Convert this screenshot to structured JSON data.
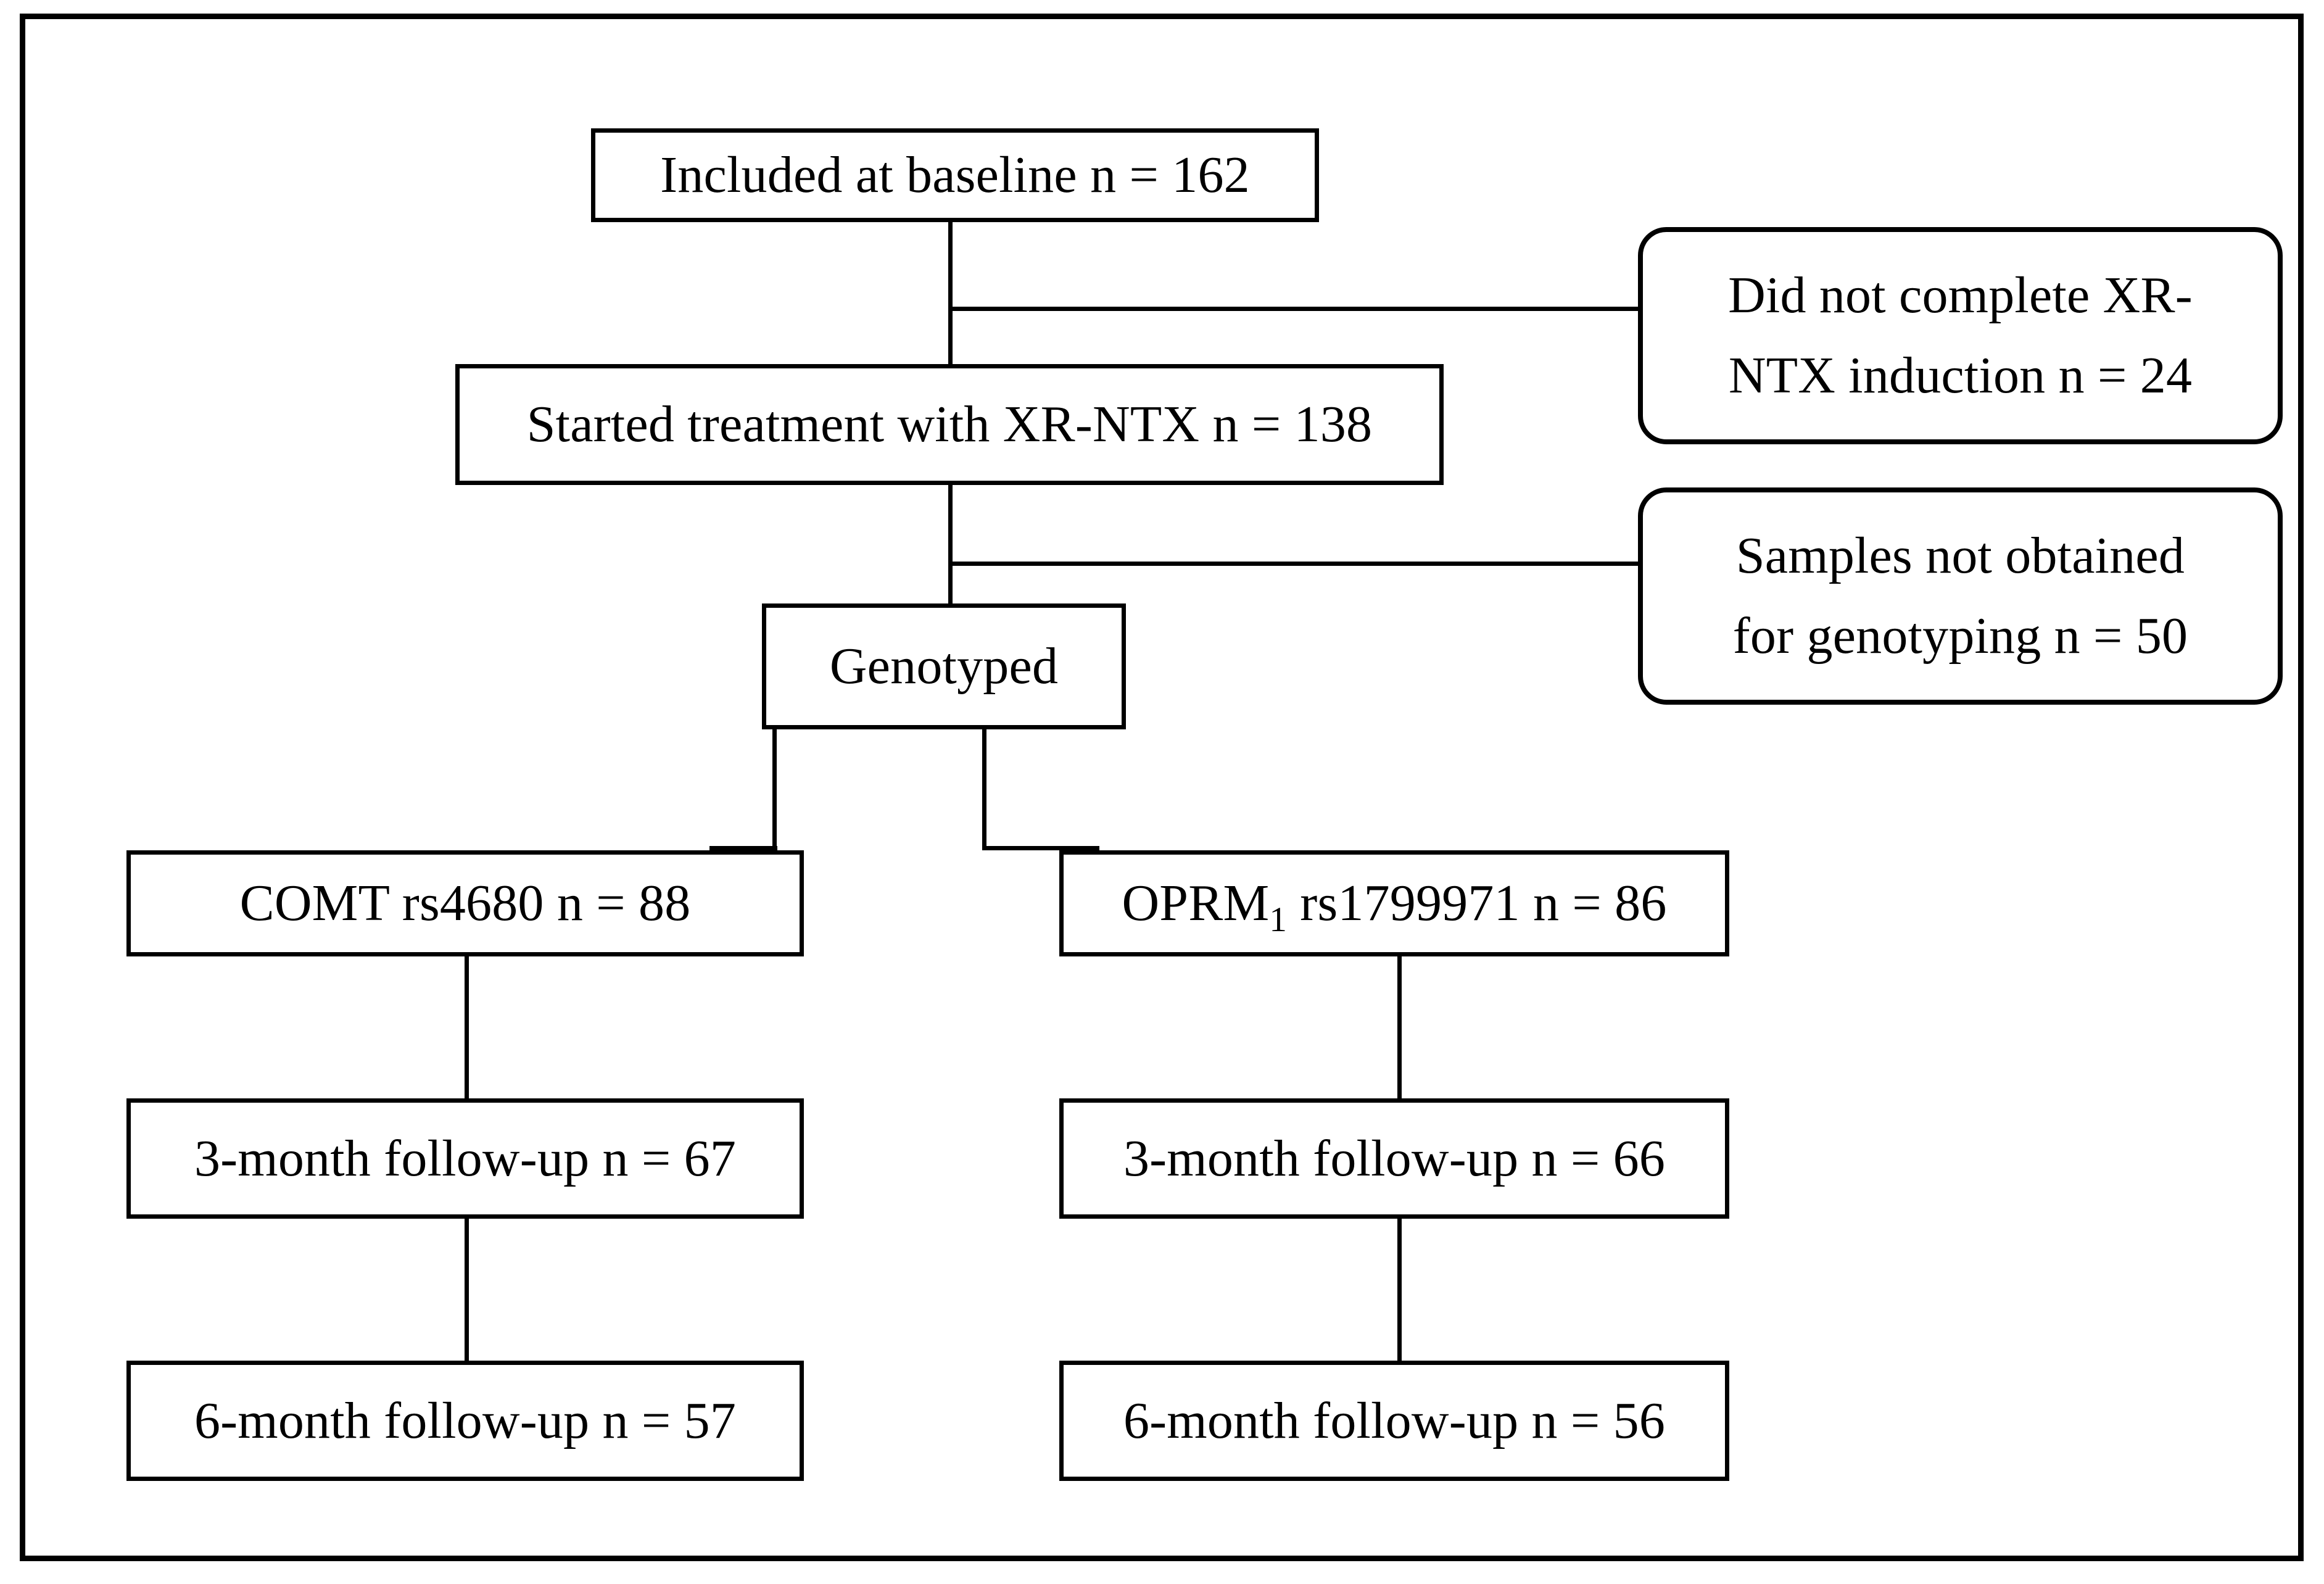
{
  "diagram": {
    "title": "XR-NTX genotyping study flow diagram",
    "type": "flowchart",
    "colors": {
      "stroke": "#000000",
      "fill": "#ffffff",
      "text": "#000000"
    },
    "nodes": {
      "baseline": {
        "label": "Included at baseline n = 162",
        "n": 162,
        "shape": "rectangle"
      },
      "started": {
        "label": "Started treatment with XR-NTX n = 138",
        "n": 138,
        "shape": "rectangle"
      },
      "genotyped": {
        "label": "Genotyped",
        "shape": "rectangle"
      },
      "excluded_induction": {
        "line1": "Did not complete XR-",
        "line2": "NTX induction n = 24",
        "n": 24,
        "shape": "rounded-rectangle"
      },
      "excluded_samples": {
        "line1": "Samples not obtained",
        "line2": "for genotyping n = 50",
        "n": 50,
        "shape": "rounded-rectangle"
      },
      "comt": {
        "prefix": "COMT rs4680 n = 88",
        "n": 88,
        "shape": "rectangle"
      },
      "oprm1": {
        "gene": "OPRM",
        "gene_sub": "1",
        "rest": " rs1799971 n = 86",
        "n": 86,
        "shape": "rectangle"
      },
      "comt_3m": {
        "label": "3-month follow-up n = 67",
        "n": 67,
        "shape": "rectangle"
      },
      "oprm1_3m": {
        "label": "3-month follow-up n = 66",
        "n": 66,
        "shape": "rectangle"
      },
      "comt_6m": {
        "label": "6-month follow-up n = 57",
        "n": 57,
        "shape": "rectangle"
      },
      "oprm1_6m": {
        "label": "6-month follow-up n = 56",
        "n": 56,
        "shape": "rectangle"
      }
    }
  }
}
